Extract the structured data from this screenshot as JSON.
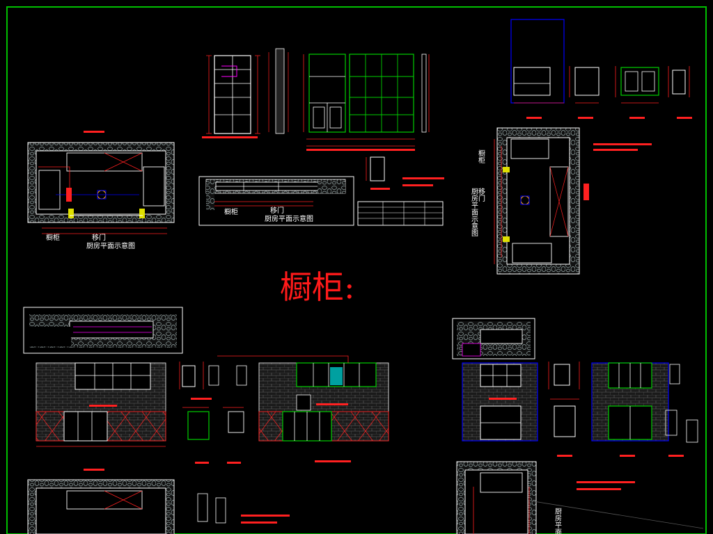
{
  "drawing": {
    "main_title": "橱柜:",
    "colors": {
      "background": "#000000",
      "border": "#00c000",
      "dimension": "#ff0000",
      "wall_fill": "#1a1a1a",
      "cabinet_line": "#ffffff",
      "door_line": "#00d000",
      "axis": "#0000ff",
      "magenta": "#ff00ff",
      "yellow": "#e0e000"
    },
    "plan_left": {
      "label_cabinet": "橱柜",
      "label_sliding_door": "移门",
      "caption": "厨房平面示意图"
    },
    "plan_center": {
      "label_cabinet": "橱柜",
      "label_sliding_door": "移门",
      "caption": "厨房平面示意图"
    },
    "plan_right": {
      "label_cabinet": "橱柜",
      "label_sliding_door": "移门",
      "caption": "厨房平面示意图"
    },
    "plan_bottom_right": {
      "caption": "厨房平面示意图"
    }
  }
}
